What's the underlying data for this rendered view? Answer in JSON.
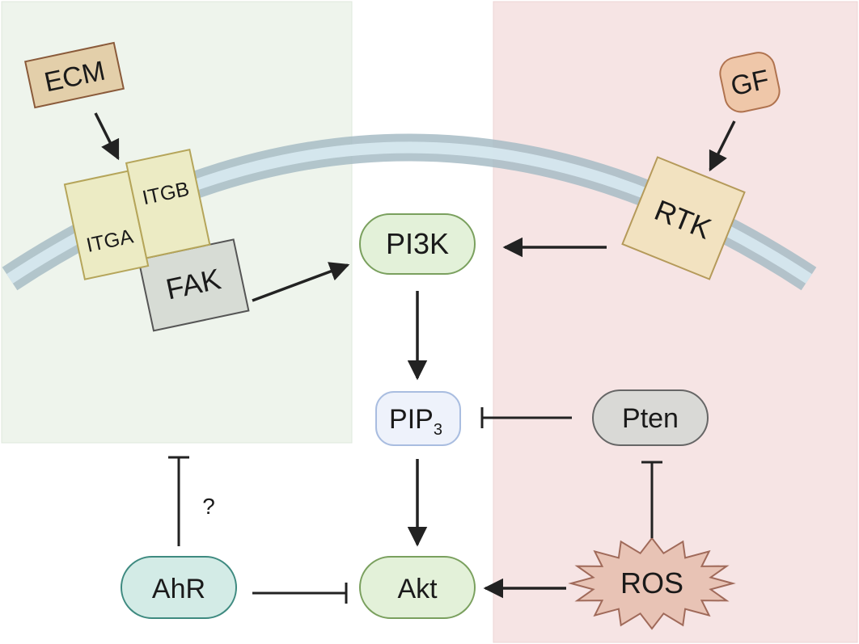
{
  "nodes": {
    "ecm": "ECM",
    "gf": "GF",
    "itga": "ITGA",
    "itgb": "ITGB",
    "fak": "FAK",
    "rtk": "RTK",
    "pi3k": "PI3K",
    "pip3_main": "PIP",
    "pip3_sub": "3",
    "pten": "Pten",
    "ahr": "AhR",
    "akt": "Akt",
    "ros": "ROS",
    "unknown_mark": "?"
  },
  "colors": {
    "integrin_region": "#eef4ec",
    "rtk_region": "#f6e4e4",
    "membrane_outer": "#a7bcc6",
    "membrane_inner": "#d7e9f1",
    "ecm_fill": "#e3cfaa",
    "ecm_stroke": "#8a5a3a",
    "gf_fill": "#efc7a9",
    "gf_stroke": "#b0734f",
    "integrin_fill": "#ecebc4",
    "integrin_stroke": "#b5a55a",
    "fak_fill": "#d7dcd5",
    "fak_stroke": "#555555",
    "rtk_fill": "#f2e2c0",
    "rtk_stroke": "#b59a5a",
    "green_pill_fill": "#e3f1d9",
    "green_pill_stroke": "#7aa05e",
    "pip3_fill": "#eef2fb",
    "pip3_stroke": "#a9bde0",
    "pten_fill": "#d9d9d6",
    "pten_stroke": "#666666",
    "ahr_fill": "#d3ebe6",
    "ahr_stroke": "#3e8a80",
    "ros_fill": "#e8c3b5",
    "ros_stroke": "#a06a5a",
    "arrow": "#222222"
  }
}
